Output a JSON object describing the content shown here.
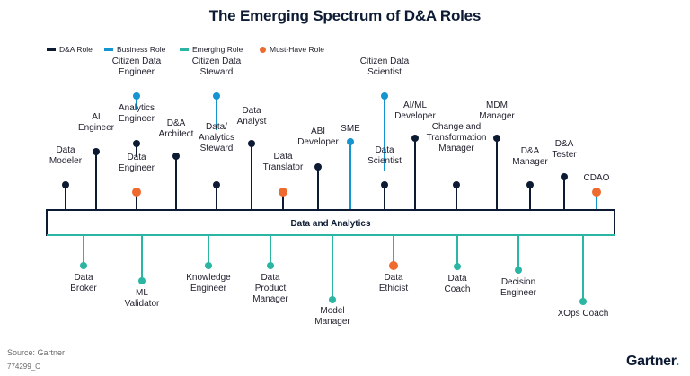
{
  "title": "The Emerging Spectrum of D&A Roles",
  "legend": [
    {
      "label": "D&A Role",
      "type": "line",
      "color": "#0c1a33"
    },
    {
      "label": "Business Role",
      "type": "line",
      "color": "#1594d0"
    },
    {
      "label": "Emerging Role",
      "type": "line",
      "color": "#2bb5a3"
    },
    {
      "label": "Must-Have Role",
      "type": "dot",
      "color": "#ef6a2f"
    }
  ],
  "bar_label": "Data and Analytics",
  "colors": {
    "da": "#0c1a33",
    "business": "#1594d0",
    "emerging": "#2bb5a3",
    "must": "#ef6a2f"
  },
  "top_roles": [
    {
      "name": "data-modeler",
      "lines": [
        "Data",
        "Modeler"
      ],
      "category": "da",
      "must": false
    },
    {
      "name": "ai-engineer",
      "lines": [
        "AI",
        "Engineer"
      ],
      "category": "da",
      "must": false
    },
    {
      "name": "data-engineer",
      "lines": [
        "Data",
        "Engineer"
      ],
      "category": "da",
      "must": true
    },
    {
      "name": "analytics-engineer",
      "lines": [
        "Analytics",
        "Engineer"
      ],
      "category": "da",
      "must": false
    },
    {
      "name": "citizen-data-engineer",
      "lines": [
        "Citizen Data",
        "Engineer"
      ],
      "category": "business",
      "must": false
    },
    {
      "name": "da-architect",
      "lines": [
        "D&A",
        "Architect"
      ],
      "category": "da",
      "must": false
    },
    {
      "name": "data-analytics-steward",
      "lines": [
        "Data/",
        "Analytics",
        "Steward"
      ],
      "category": "da",
      "must": false
    },
    {
      "name": "citizen-data-steward",
      "lines": [
        "Citizen Data",
        "Steward"
      ],
      "category": "business",
      "must": false
    },
    {
      "name": "data-analyst",
      "lines": [
        "Data",
        "Analyst"
      ],
      "category": "da",
      "must": false
    },
    {
      "name": "data-translator",
      "lines": [
        "Data",
        "Translator"
      ],
      "category": "da",
      "must": true
    },
    {
      "name": "abi-developer",
      "lines": [
        "ABI",
        "Developer"
      ],
      "category": "da",
      "must": false
    },
    {
      "name": "sme",
      "lines": [
        "SME"
      ],
      "category": "business",
      "must": false
    },
    {
      "name": "data-scientist",
      "lines": [
        "Data",
        "Scientist"
      ],
      "category": "da",
      "must": false
    },
    {
      "name": "citizen-data-scientist",
      "lines": [
        "Citizen Data",
        "Scientist"
      ],
      "category": "business",
      "must": false
    },
    {
      "name": "ai-ml-developer",
      "lines": [
        "AI/ML",
        "Developer"
      ],
      "category": "da",
      "must": false
    },
    {
      "name": "change-transformation-manager",
      "lines": [
        "Change and",
        "Transformation",
        "Manager"
      ],
      "category": "da",
      "must": false
    },
    {
      "name": "mdm-manager",
      "lines": [
        "MDM",
        "Manager"
      ],
      "category": "da",
      "must": false
    },
    {
      "name": "da-manager",
      "lines": [
        "D&A",
        "Manager"
      ],
      "category": "da",
      "must": false
    },
    {
      "name": "da-tester",
      "lines": [
        "D&A",
        "Tester"
      ],
      "category": "da",
      "must": false
    },
    {
      "name": "cdao",
      "lines": [
        "CDAO"
      ],
      "category": "business",
      "must": true
    }
  ],
  "bottom_roles": [
    {
      "name": "data-broker",
      "lines": [
        "Data",
        "Broker"
      ],
      "category": "emerging",
      "must": false
    },
    {
      "name": "ml-validator",
      "lines": [
        "ML",
        "Validator"
      ],
      "category": "emerging",
      "must": false
    },
    {
      "name": "knowledge-engineer",
      "lines": [
        "Knowledge",
        "Engineer"
      ],
      "category": "emerging",
      "must": false
    },
    {
      "name": "data-product-manager",
      "lines": [
        "Data",
        "Product",
        "Manager"
      ],
      "category": "emerging",
      "must": false
    },
    {
      "name": "model-manager",
      "lines": [
        "Model",
        "Manager"
      ],
      "category": "emerging",
      "must": false
    },
    {
      "name": "data-ethicist",
      "lines": [
        "Data",
        "Ethicist"
      ],
      "category": "emerging",
      "must": true
    },
    {
      "name": "data-coach",
      "lines": [
        "Data",
        "Coach"
      ],
      "category": "emerging",
      "must": false
    },
    {
      "name": "decision-engineer",
      "lines": [
        "Decision",
        "Engineer"
      ],
      "category": "emerging",
      "must": false
    },
    {
      "name": "xops-coach",
      "lines": [
        "XOps Coach"
      ],
      "category": "emerging",
      "must": false
    }
  ],
  "source": "Source: Gartner",
  "code": "774299_C",
  "logo": "Gartner",
  "logo_dot": "."
}
